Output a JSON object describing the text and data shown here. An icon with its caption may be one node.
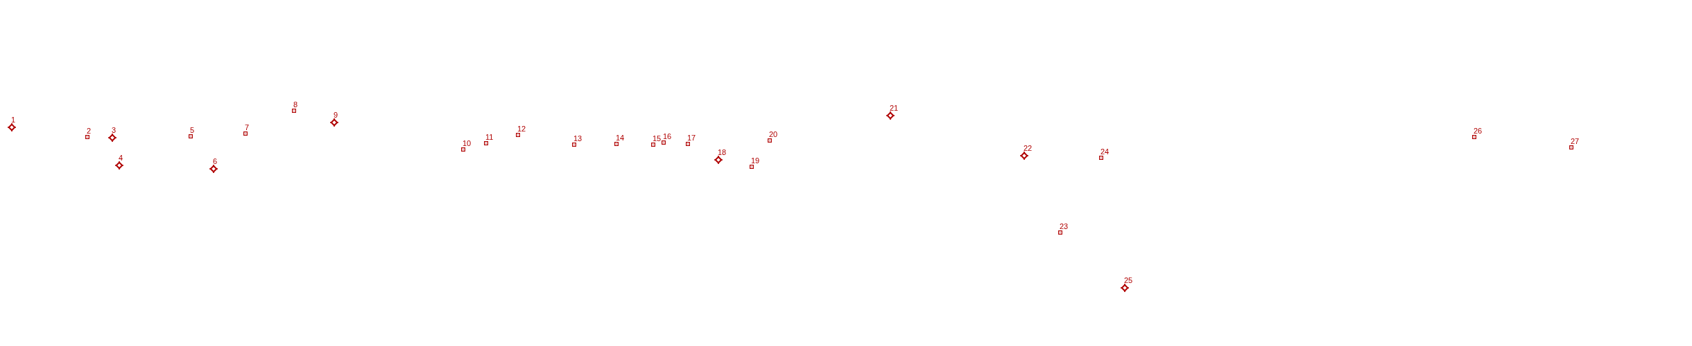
{
  "diagram": {
    "nodes": [
      {
        "text": [
          "1"
        ]
      },
      {
        "text": [
          "2"
        ]
      },
      {
        "text": [
          "3"
        ]
      },
      {
        "text": [
          "4"
        ]
      },
      {
        "text": [
          "5"
        ]
      },
      {
        "text": [
          "6"
        ]
      },
      {
        "text": [
          "7"
        ]
      },
      {
        "text": [
          "8"
        ]
      },
      {
        "text": [
          "9"
        ]
      },
      {
        "text": [
          "10"
        ]
      },
      {
        "text": [
          "11"
        ]
      },
      {
        "text": [
          "12"
        ]
      },
      {
        "text": [
          "13"
        ]
      },
      {
        "text": [
          "14"
        ]
      },
      {
        "text": [
          "15"
        ]
      },
      {
        "text": [
          "16"
        ]
      },
      {
        "text": [
          "17"
        ]
      },
      {
        "text": [
          "18"
        ]
      },
      {
        "text": [
          "19"
        ]
      },
      {
        "text": [
          "20"
        ]
      },
      {
        "text": [
          "21"
        ]
      },
      {
        "text": [
          "22"
        ]
      },
      {
        "text": [
          "23"
        ]
      },
      {
        "text": [
          "24"
        ]
      },
      {
        "text": [
          "25"
        ]
      },
      {
        "text": [
          "26"
        ]
      },
      {
        "text": [
          "27"
        ]
      }
    ]
  }
}
